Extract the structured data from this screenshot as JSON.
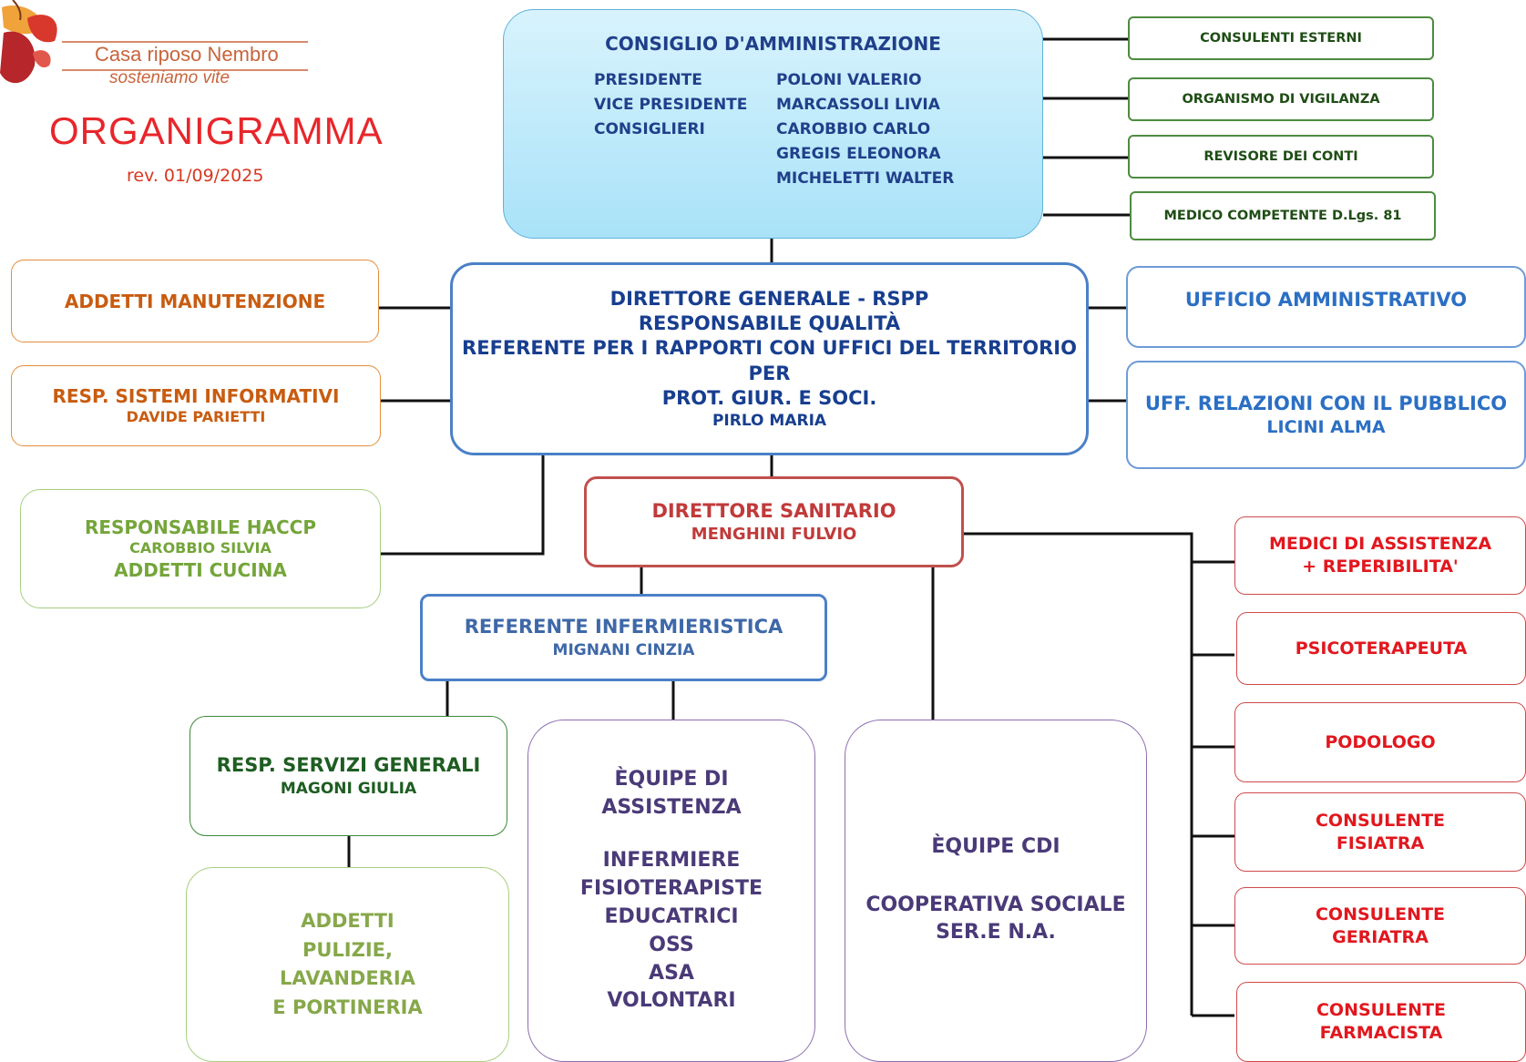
{
  "logo": {
    "name": "Casa riposo Nembro",
    "tagline": "sosteniamo vite",
    "colors": {
      "text": "#c8643c",
      "leaves": [
        "#d8382c",
        "#f0a23b",
        "#b6262a"
      ]
    }
  },
  "header": {
    "title": "ORGANIGRAMMA",
    "revision": "rev. 01/09/2025"
  },
  "board": {
    "title": "CONSIGLIO D'AMMINISTRAZIONE",
    "roles": [
      "PRESIDENTE",
      "VICE PRESIDENTE",
      "CONSIGLIERI"
    ],
    "members": [
      "POLONI VALERIO",
      "MARCASSOLI LIVIA",
      "CAROBBIO CARLO",
      "GREGIS ELEONORA",
      "MICHELETTI WALTER"
    ]
  },
  "board_side_units": [
    "CONSULENTI ESTERNI",
    "ORGANISMO DI VIGILANZA",
    "REVISORE DEI CONTI",
    "MEDICO COMPETENTE  D.Lgs. 81"
  ],
  "director": {
    "lines": [
      "DIRETTORE GENERALE - RSPP",
      "RESPONSABILE QUALITÀ",
      "REFERENTE PER I RAPPORTI CON UFFICI DEL TERRITORIO PER",
      "PROT. GIUR. E SOCI."
    ],
    "name": "PIRLO MARIA"
  },
  "left_units": {
    "maintenance": {
      "title": "ADDETTI MANUTENZIONE"
    },
    "it": {
      "title": "RESP. SISTEMI INFORMATIVI",
      "name": "DAVIDE PARIETTI"
    },
    "haccp": {
      "title": "RESPONSABILE HACCP",
      "name": "CAROBBIO SILVIA",
      "sub": "ADDETTI CUCINA"
    }
  },
  "right_units": {
    "admin": {
      "title": "UFFICIO AMMINISTRATIVO"
    },
    "urp": {
      "title": "UFF. RELAZIONI CON IL PUBBLICO",
      "name": "LICINI ALMA"
    }
  },
  "health_director": {
    "title": "DIRETTORE SANITARIO",
    "name": "MENGHINI FULVIO"
  },
  "nursing": {
    "title": "REFERENTE INFERMIERISTICA",
    "name": "MIGNANI CINZIA"
  },
  "general_services": {
    "title": "RESP. SERVIZI GENERALI",
    "name": "MAGONI GIULIA"
  },
  "cleaning": {
    "lines": [
      "ADDETTI",
      "PULIZIE,",
      "LAVANDERIA",
      "E PORTINERIA"
    ]
  },
  "care_team": {
    "title_lines": [
      "ÈQUIPE DI",
      "ASSISTENZA"
    ],
    "members": [
      "INFERMIERE",
      "FISIOTERAPISTE",
      "EDUCATRICI",
      "OSS",
      "ASA",
      "VOLONTARI"
    ]
  },
  "cdi_team": {
    "title": "ÈQUIPE CDI",
    "lines": [
      "COOPERATIVA SOCIALE",
      "SER.E N.A."
    ]
  },
  "consultants": [
    {
      "lines": [
        "MEDICI DI ASSISTENZA",
        "+ REPERIBILITA'"
      ]
    },
    {
      "lines": [
        "PSICOTERAPEUTA"
      ]
    },
    {
      "lines": [
        "PODOLOGO"
      ]
    },
    {
      "lines": [
        "CONSULENTE",
        "FISIATRA"
      ]
    },
    {
      "lines": [
        "CONSULENTE",
        "GERIATRA"
      ]
    },
    {
      "lines": [
        "CONSULENTE",
        "FARMACISTA"
      ]
    }
  ],
  "colors": {
    "title_red": "#e8262b",
    "board_blue": "#203f8a",
    "board_fill": "#a9e2f8",
    "side_green": "#4d8b3f",
    "maintenance_orange": "#c85c10",
    "haccp_green": "#74a53a",
    "director_blue": "#173e8f",
    "office_blue": "#2b6fc4",
    "health_red": "#c13a3a",
    "consultant_red": "#e2171e",
    "team_purple": "#4a3a78",
    "services_green": "#1e5d22"
  }
}
